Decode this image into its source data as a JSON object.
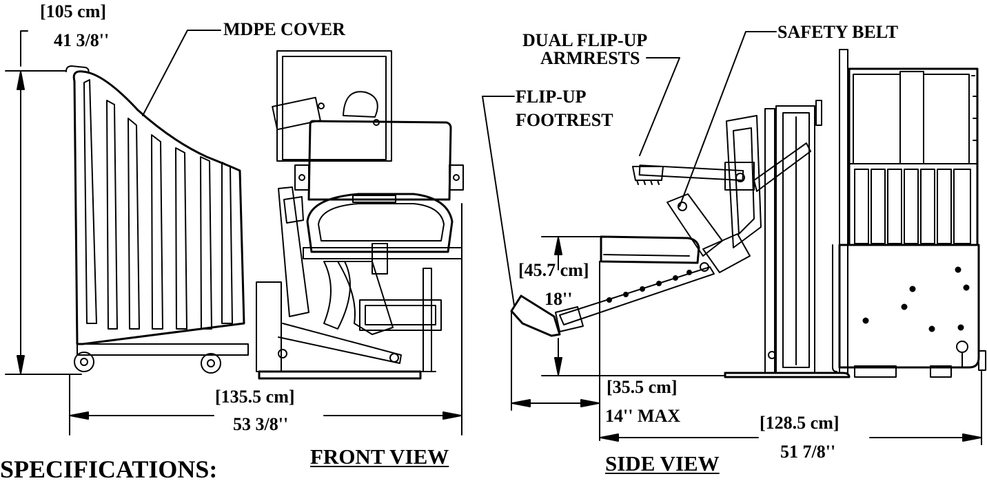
{
  "labels": {
    "mdpe_cover": "MDPE COVER",
    "safety_belt": "SAFETY BELT",
    "dual_armrests_line1": "DUAL FLIP-UP",
    "dual_armrests_line2": "ARMRESTS",
    "footrest_line1": "FLIP-UP",
    "footrest_line2": "FOOTREST"
  },
  "dimensions": {
    "height_cm": "[105 cm]",
    "height_in": "41 3/8''",
    "front_width_cm": "[135.5 cm]",
    "front_width_in": "53 3/8''",
    "seat_height_cm": "[45.7 cm]",
    "seat_height_in": "18''",
    "footrest_cm": "[35.5 cm]",
    "footrest_in": "14'' MAX",
    "side_width_cm": "[128.5 cm]",
    "side_width_in": "51 7/8''"
  },
  "views": {
    "front": "FRONT VIEW",
    "side": "SIDE VIEW"
  },
  "footer": {
    "specifications": "SPECIFICATIONS:"
  }
}
